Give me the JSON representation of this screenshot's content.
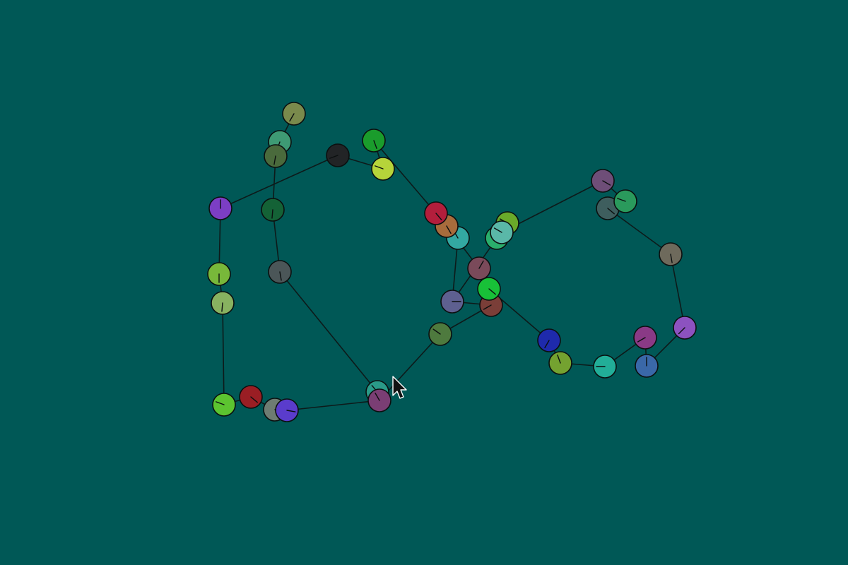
{
  "colors": {
    "background": "#005856",
    "edge": "#0d1a1a",
    "outline": "#0b0f0f"
  },
  "nodes": [
    {
      "id": "n1",
      "color": "#7a8a4c"
    },
    {
      "id": "n2",
      "color": "#3e9a74"
    },
    {
      "id": "n3",
      "color": "#4a6a3c"
    },
    {
      "id": "n4",
      "color": "#146236"
    },
    {
      "id": "n5",
      "color": "#4b5658"
    },
    {
      "id": "n6",
      "color": "#2a9a88"
    },
    {
      "id": "n7",
      "color": "#7a3e74"
    },
    {
      "id": "n8",
      "color": "#4e7a3e"
    },
    {
      "id": "n9",
      "color": "#7a3e38"
    },
    {
      "id": "n10",
      "color": "#5e6090"
    },
    {
      "id": "n11",
      "color": "#33a8a2"
    },
    {
      "id": "n12",
      "color": "#a86c3c"
    },
    {
      "id": "n13",
      "color": "#b31e3c"
    },
    {
      "id": "n14",
      "color": "#1a9c2c"
    },
    {
      "id": "n15",
      "color": "#b6d43a"
    },
    {
      "id": "n16",
      "color": "#222426"
    },
    {
      "id": "n17",
      "color": "#7c3ec4"
    },
    {
      "id": "n18",
      "color": "#78b83a"
    },
    {
      "id": "n19",
      "color": "#88b260"
    },
    {
      "id": "n20",
      "color": "#5cc430"
    },
    {
      "id": "n21",
      "color": "#9a1e24"
    },
    {
      "id": "n22",
      "color": "#6e7c72"
    },
    {
      "id": "n23",
      "color": "#5a3ccc"
    },
    {
      "id": "n24",
      "color": "#6aaa2a"
    },
    {
      "id": "n25",
      "color": "#2aae6c"
    },
    {
      "id": "n26",
      "color": "#5ab8a8"
    },
    {
      "id": "n27",
      "color": "#7a4a5a"
    },
    {
      "id": "n28",
      "color": "#18c038"
    },
    {
      "id": "n29",
      "color": "#1e2aac"
    },
    {
      "id": "n30",
      "color": "#74a230"
    },
    {
      "id": "n31",
      "color": "#22ae98"
    },
    {
      "id": "n32",
      "color": "#3a68a8"
    },
    {
      "id": "n33",
      "color": "#8a3a86"
    },
    {
      "id": "n34",
      "color": "#8c52c0"
    },
    {
      "id": "n35",
      "color": "#6e6a5c"
    },
    {
      "id": "n36",
      "color": "#3e5e5e"
    },
    {
      "id": "n37",
      "color": "#2a9a5c"
    },
    {
      "id": "n38",
      "color": "#6e4e78"
    }
  ],
  "edges": [
    [
      "n1",
      "n2"
    ],
    [
      "n2",
      "n3"
    ],
    [
      "n3",
      "n4"
    ],
    [
      "n4",
      "n5"
    ],
    [
      "n5",
      "n6"
    ],
    [
      "n6",
      "n7"
    ],
    [
      "n7",
      "n8"
    ],
    [
      "n8",
      "n9"
    ],
    [
      "n9",
      "n10"
    ],
    [
      "n10",
      "n11"
    ],
    [
      "n11",
      "n12"
    ],
    [
      "n12",
      "n13"
    ],
    [
      "n13",
      "n14"
    ],
    [
      "n14",
      "n15"
    ],
    [
      "n15",
      "n16"
    ],
    [
      "n16",
      "n17"
    ],
    [
      "n17",
      "n18"
    ],
    [
      "n18",
      "n19"
    ],
    [
      "n19",
      "n20"
    ],
    [
      "n20",
      "n21"
    ],
    [
      "n21",
      "n22"
    ],
    [
      "n22",
      "n23"
    ],
    [
      "n23",
      "n7"
    ],
    [
      "n10",
      "n24"
    ],
    [
      "n24",
      "n25"
    ],
    [
      "n25",
      "n26"
    ],
    [
      "n26",
      "n38"
    ],
    [
      "n38",
      "n37"
    ],
    [
      "n37",
      "n36"
    ],
    [
      "n36",
      "n35"
    ],
    [
      "n35",
      "n34"
    ],
    [
      "n34",
      "n32"
    ],
    [
      "n32",
      "n33"
    ],
    [
      "n33",
      "n31"
    ],
    [
      "n31",
      "n30"
    ],
    [
      "n30",
      "n29"
    ],
    [
      "n29",
      "n28"
    ],
    [
      "n28",
      "n27"
    ],
    [
      "n27",
      "n12"
    ]
  ]
}
